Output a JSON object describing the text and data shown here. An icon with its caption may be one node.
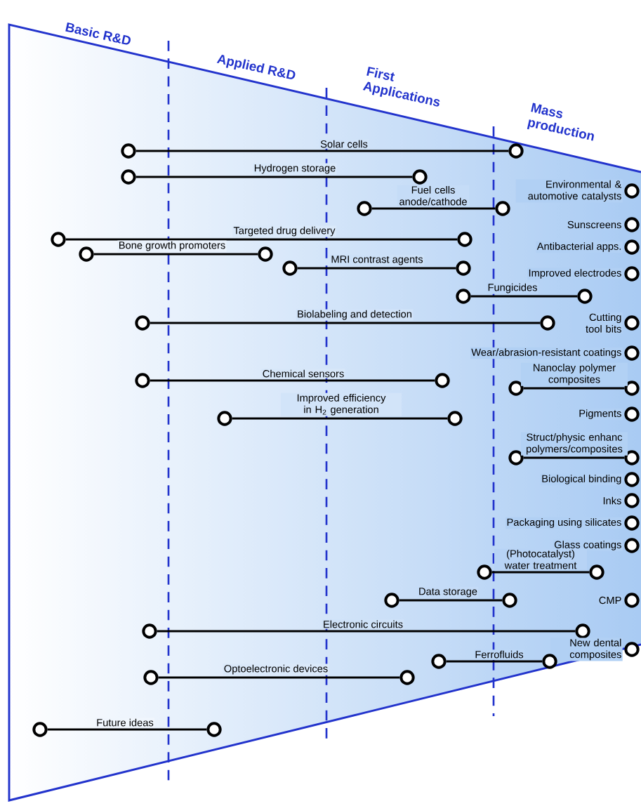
{
  "diagram": {
    "nodes": [
      {
        "text": [],
        "shape": "circle"
      },
      {
        "text": [],
        "shape": "circle"
      },
      {
        "text": [],
        "shape": "circle"
      },
      {
        "text": [],
        "shape": "circle"
      },
      {
        "text": [],
        "shape": "circle",
        "beside": [
          "Environmental & automotive catalysts"
        ]
      },
      {
        "text": [],
        "shape": "circle"
      },
      {
        "text": [],
        "shape": "circle"
      },
      {
        "text": [],
        "shape": "circle",
        "beside": [
          "Sunscreens"
        ]
      },
      {
        "text": [],
        "shape": "circle"
      },
      {
        "text": [],
        "shape": "circle"
      },
      {
        "text": [],
        "shape": "circle",
        "beside": [
          "Antibacterial apps."
        ]
      },
      {
        "text": [],
        "shape": "circle"
      },
      {
        "text": [],
        "shape": "circle"
      },
      {
        "text": [],
        "shape": "circle"
      },
      {
        "text": [],
        "shape": "circle"
      },
      {
        "text": [],
        "shape": "circle",
        "beside": [
          "Improved electrodes"
        ]
      },
      {
        "text": [],
        "shape": "circle"
      },
      {
        "text": [],
        "shape": "circle"
      },
      {
        "text": [],
        "shape": "circle"
      },
      {
        "text": [],
        "shape": "circle"
      },
      {
        "text": [],
        "shape": "circle",
        "beside": [
          "Cutting tool bits"
        ]
      },
      {
        "text": [],
        "shape": "circle",
        "beside": [
          "Wear/abrasion-resistant coatings"
        ]
      },
      {
        "text": [],
        "shape": "circle"
      },
      {
        "text": [],
        "shape": "circle"
      },
      {
        "text": [],
        "shape": "circle"
      },
      {
        "text": [],
        "shape": "circle"
      },
      {
        "text": [],
        "shape": "circle"
      },
      {
        "text": [],
        "shape": "circle"
      },
      {
        "text": [],
        "shape": "circle",
        "beside": [
          "Pigments"
        ]
      },
      {
        "text": [],
        "shape": "circle"
      },
      {
        "text": [],
        "shape": "circle"
      },
      {
        "text": [],
        "shape": "circle",
        "beside": [
          "Biological binding"
        ]
      },
      {
        "text": [],
        "shape": "circle",
        "beside": [
          "Inks"
        ]
      },
      {
        "text": [],
        "shape": "circle",
        "beside": [
          "Packaging using silicates"
        ]
      },
      {
        "text": [],
        "shape": "circle",
        "beside": [
          "Glass coatings"
        ]
      },
      {
        "text": [],
        "shape": "circle"
      },
      {
        "text": [],
        "shape": "circle"
      },
      {
        "text": [],
        "shape": "circle"
      },
      {
        "text": [],
        "shape": "circle"
      },
      {
        "text": [],
        "shape": "circle",
        "beside": [
          "CMP"
        ]
      },
      {
        "text": [],
        "shape": "circle"
      },
      {
        "text": [],
        "shape": "circle"
      },
      {
        "text": [],
        "shape": "circle",
        "beside": [
          "New dental composites"
        ]
      },
      {
        "text": [],
        "shape": "circle"
      },
      {
        "text": [],
        "shape": "circle"
      },
      {
        "text": [],
        "shape": "circle"
      },
      {
        "text": [],
        "shape": "circle"
      },
      {
        "text": [],
        "shape": "circle"
      },
      {
        "text": [],
        "shape": "circle"
      }
    ],
    "edges": [
      {
        "from": 0,
        "to": 1,
        "arrow": "none",
        "label": "Solar cells"
      },
      {
        "from": 2,
        "to": 3,
        "arrow": "none",
        "label": "Hydrogen storage"
      },
      {
        "from": 5,
        "to": 6,
        "arrow": "none",
        "label": "Fuel cells anode/cathode"
      },
      {
        "from": 8,
        "to": 9,
        "arrow": "none",
        "label": "Targeted drug delivery"
      },
      {
        "from": 11,
        "to": 12,
        "arrow": "none",
        "label": "Bone growth promoters"
      },
      {
        "from": 13,
        "to": 14,
        "arrow": "none",
        "label": "MRI contrast agents"
      },
      {
        "from": 16,
        "to": 17,
        "arrow": "none",
        "label": "Fungicides"
      },
      {
        "from": 18,
        "to": 19,
        "arrow": "none",
        "label": "Biolabeling and detection"
      },
      {
        "from": 22,
        "to": 23,
        "arrow": "none",
        "label": "Chemical sensors"
      },
      {
        "from": 24,
        "to": 25,
        "arrow": "none",
        "label": "Nanoclay polymer composites"
      },
      {
        "from": 26,
        "to": 27,
        "arrow": "none",
        "label": "Improved efficiency in H$_{2}$ generation"
      },
      {
        "from": 29,
        "to": 30,
        "arrow": "none",
        "label": "Struct/physic enhanc polymers/composites"
      },
      {
        "from": 35,
        "to": 36,
        "arrow": "none",
        "label": "(Photocatalyst) water treatment"
      },
      {
        "from": 37,
        "to": 38,
        "arrow": "none",
        "label": "Data storage"
      },
      {
        "from": 40,
        "to": 41,
        "arrow": "none",
        "label": "Electronic circuits"
      },
      {
        "from": 43,
        "to": 44,
        "arrow": "none",
        "label": "Ferrofluids"
      },
      {
        "from": 45,
        "to": 46,
        "arrow": "none",
        "label": "Optoelectronic devices"
      },
      {
        "from": 47,
        "to": 48,
        "arrow": "none",
        "label": "Future ideas"
      }
    ],
    "labels": [
      "Basic R&D",
      "Applied R&D",
      "First Applications",
      "Mass production"
    ]
  }
}
